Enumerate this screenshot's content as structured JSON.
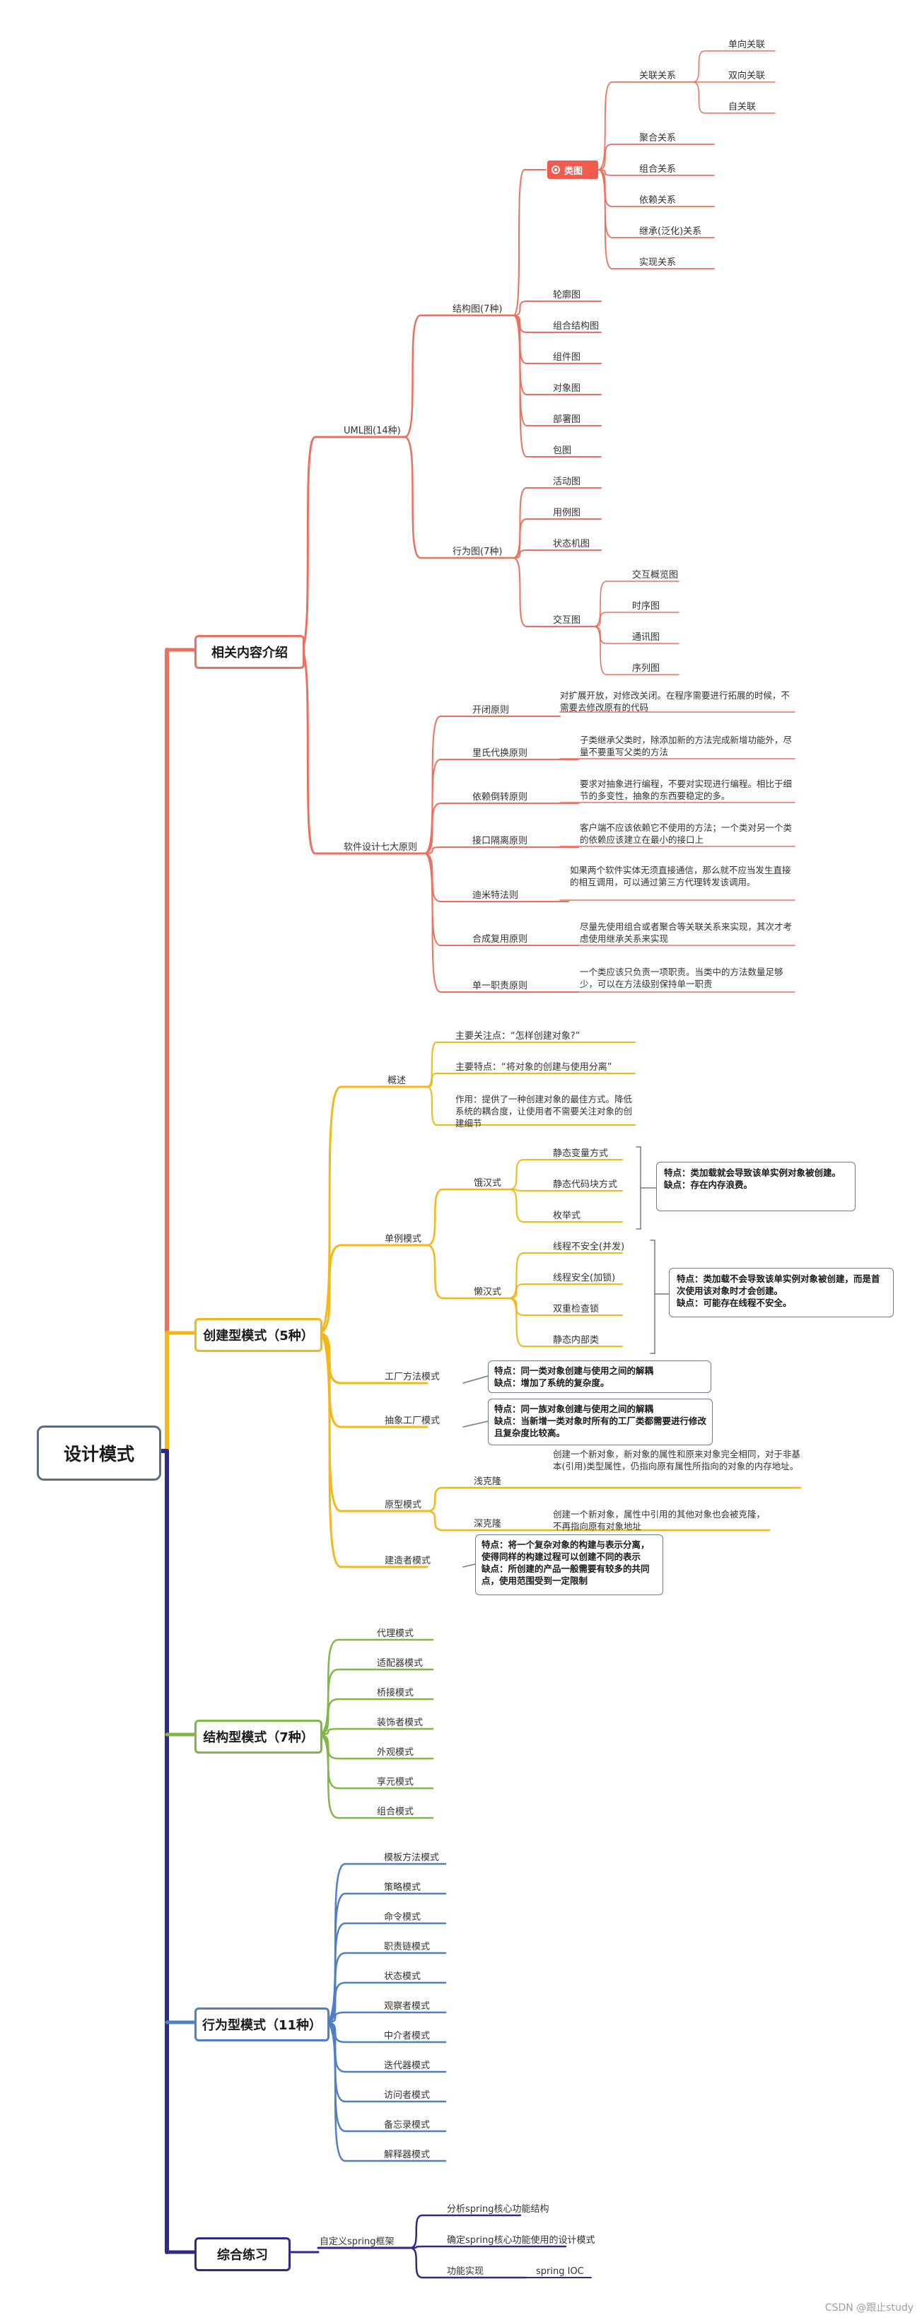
{
  "root": "设计模式",
  "colors": {
    "red": "#ef6f5e",
    "orange": "#f5b617",
    "green": "#7fb846",
    "blue": "#4f7fc6",
    "navy": "#2e2a86",
    "highlight": "#f15a4d"
  },
  "c1": {
    "title": "相关内容介绍",
    "uml": {
      "label": "UML图(14种)",
      "structure": {
        "label": "结构图(7种)",
        "classdiagram": {
          "label": "类图",
          "icon": "target-icon",
          "assoc": {
            "label": "关联关系",
            "children": [
              "单向关联",
              "双向关联",
              "自关联"
            ]
          },
          "others": [
            "聚合关系",
            "组合关系",
            "依赖关系",
            "继承(泛化)关系",
            "实现关系"
          ]
        },
        "items": [
          "轮廓图",
          "组合结构图",
          "组件图",
          "对象图",
          "部署图",
          "包图"
        ]
      },
      "behavior": {
        "label": "行为图(7种)",
        "items": [
          "活动图",
          "用例图",
          "状态机图"
        ],
        "interaction": {
          "label": "交互图",
          "children": [
            "交互概览图",
            "时序图",
            "通讯图",
            "序列图"
          ]
        }
      }
    },
    "seven": {
      "label": "软件设计七大原则",
      "items": [
        {
          "name": "开闭原则",
          "desc": "对扩展开放，对修改关闭。在程序需要进行拓展的时候，不需要去修改原有的代码"
        },
        {
          "name": "里氏代换原则",
          "desc": "子类继承父类时，除添加新的方法完成新增功能外，尽量不要重写父类的方法"
        },
        {
          "name": "依赖倒转原则",
          "desc": "要求对抽象进行编程，不要对实现进行编程。相比于细节的多变性，抽象的东西要稳定的多。"
        },
        {
          "name": "接口隔离原则",
          "desc": "客户端不应该依赖它不使用的方法；一个类对另一个类的依赖应该建立在最小的接口上"
        },
        {
          "name": "迪米特法则",
          "desc": "如果两个软件实体无须直接通信，那么就不应当发生直接的相互调用，可以通过第三方代理转发该调用。"
        },
        {
          "name": "合成复用原则",
          "desc": "尽量先使用组合或者聚合等关联关系来实现，其次才考虑使用继承关系来实现"
        },
        {
          "name": "单一职责原则",
          "desc": "一个类应该只负责一项职责。当类中的方法数量足够少，可以在方法级别保持单一职责"
        }
      ]
    }
  },
  "c2": {
    "title": "创建型模式（5种）",
    "overview": {
      "label": "概述",
      "items": [
        "主要关注点：“怎样创建对象?”",
        "主要特点：“将对象的创建与使用分离”",
        "作用：提供了一种创建对象的最佳方式。降低系统的耦合度，让使用者不需要关注对象的创建细节"
      ]
    },
    "singleton": {
      "label": "单例模式",
      "hungry": {
        "label": "饿汉式",
        "items": [
          "静态变量方式",
          "静态代码块方式",
          "枚举式"
        ],
        "note": [
          "特点：类加载就会导致该单实例对象被创建。",
          "缺点：存在内存浪费。"
        ]
      },
      "lazy": {
        "label": "懒汉式",
        "items": [
          "线程不安全(并发)",
          "线程安全(加锁)",
          "双重检查锁",
          "静态内部类"
        ],
        "note": [
          "特点：类加载不会导致该单实例对象被创建，而是首次使用该对象时才会创建。",
          "缺点：可能存在线程不安全。"
        ]
      }
    },
    "factory": {
      "label": "工厂方法模式",
      "note": [
        "特点：同一类对象创建与使用之间的解耦",
        "缺点：增加了系统的复杂度。"
      ]
    },
    "abstract": {
      "label": "抽象工厂模式",
      "note": [
        "特点：同一族对象创建与使用之间的解耦",
        "缺点：当新增一类对象时所有的工厂类都需要进行修改且复杂度比较高。"
      ]
    },
    "prototype": {
      "label": "原型模式",
      "shallow": {
        "label": "浅克隆",
        "desc": "创建一个新对象，新对象的属性和原来对象完全相同，对于非基本(引用)类型属性，仍指向原有属性所指向的对象的内存地址。"
      },
      "deep": {
        "label": "深克隆",
        "desc": "创建一个新对象，属性中引用的其他对象也会被克隆，不再指向原有对象地址"
      }
    },
    "builder": {
      "label": "建造者模式",
      "note": [
        "特点：将一个复杂对象的构建与表示分离，使得同样的构建过程可以创建不同的表示",
        "缺点：所创建的产品一般需要有较多的共同点，使用范围受到一定限制"
      ]
    }
  },
  "c3": {
    "title": "结构型模式（7种）",
    "items": [
      "代理模式",
      "适配器模式",
      "桥接模式",
      "装饰者模式",
      "外观模式",
      "享元模式",
      "组合模式"
    ]
  },
  "c4": {
    "title": "行为型模式（11种）",
    "items": [
      "模板方法模式",
      "策略模式",
      "命令模式",
      "职责链模式",
      "状态模式",
      "观察者模式",
      "中介者模式",
      "迭代器模式",
      "访问者模式",
      "备忘录模式",
      "解释器模式"
    ]
  },
  "c5": {
    "title": "综合练习",
    "custom": {
      "label": "自定义spring框架",
      "items": [
        "分析spring核心功能结构",
        "确定spring核心功能使用的设计模式",
        "功能实现"
      ],
      "impl_child": "spring IOC"
    }
  },
  "watermark": "CSDN @跟止study"
}
